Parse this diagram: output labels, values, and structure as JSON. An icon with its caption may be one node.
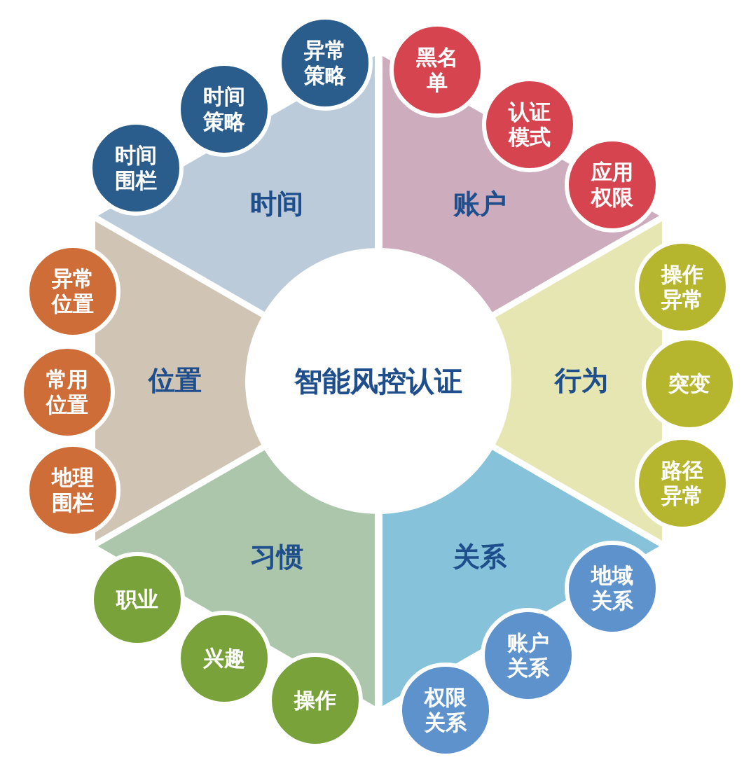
{
  "diagram": {
    "nodes": [
      {
        "text": [
          "智能风控认证"
        ]
      },
      {
        "text": [
          "时间"
        ]
      },
      {
        "text": [
          "时间围栏"
        ]
      },
      {
        "text": [
          "时间策略"
        ]
      },
      {
        "text": [
          "异常策略"
        ]
      },
      {
        "text": [
          "账户"
        ]
      },
      {
        "text": [
          "黑名单"
        ]
      },
      {
        "text": [
          "认证模式"
        ]
      },
      {
        "text": [
          "应用权限"
        ]
      },
      {
        "text": [
          "行为"
        ]
      },
      {
        "text": [
          "操作异常"
        ]
      },
      {
        "text": [
          "突变"
        ]
      },
      {
        "text": [
          "路径异常"
        ]
      },
      {
        "text": [
          "关系"
        ]
      },
      {
        "text": [
          "地域关系"
        ]
      },
      {
        "text": [
          "账户关系"
        ]
      },
      {
        "text": [
          "权限关系"
        ]
      },
      {
        "text": [
          "习惯"
        ]
      },
      {
        "text": [
          "职业"
        ]
      },
      {
        "text": [
          "兴趣"
        ]
      },
      {
        "text": [
          "操作"
        ]
      },
      {
        "text": [
          "位置"
        ]
      },
      {
        "text": [
          "异常位置"
        ]
      },
      {
        "text": [
          "常用位置"
        ]
      },
      {
        "text": [
          "地理围栏"
        ]
      }
    ],
    "edges": []
  }
}
